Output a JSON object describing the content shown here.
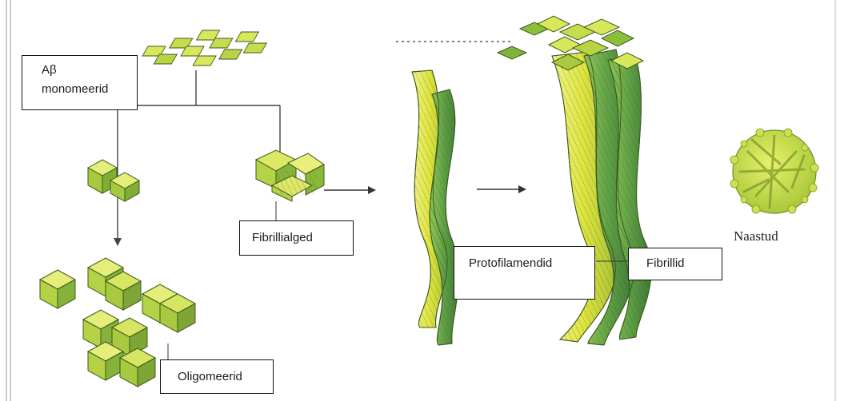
{
  "labels": {
    "monomers_line1": "Aβ",
    "monomers_line2": "monomeerid",
    "fibril_clumps": "Fibrillialged",
    "oligomers": "Oligomeerid",
    "protofilaments": "Protofilamendid",
    "fibrils": "Fibrillid",
    "plaques": "Naastud"
  },
  "colors": {
    "tile_light": "#d8e85a",
    "tile_dark": "#8bbf3a",
    "stroke": "#3d5a1e",
    "twist_yellow": "#e3e84a",
    "twist_green": "#5fa04a"
  }
}
